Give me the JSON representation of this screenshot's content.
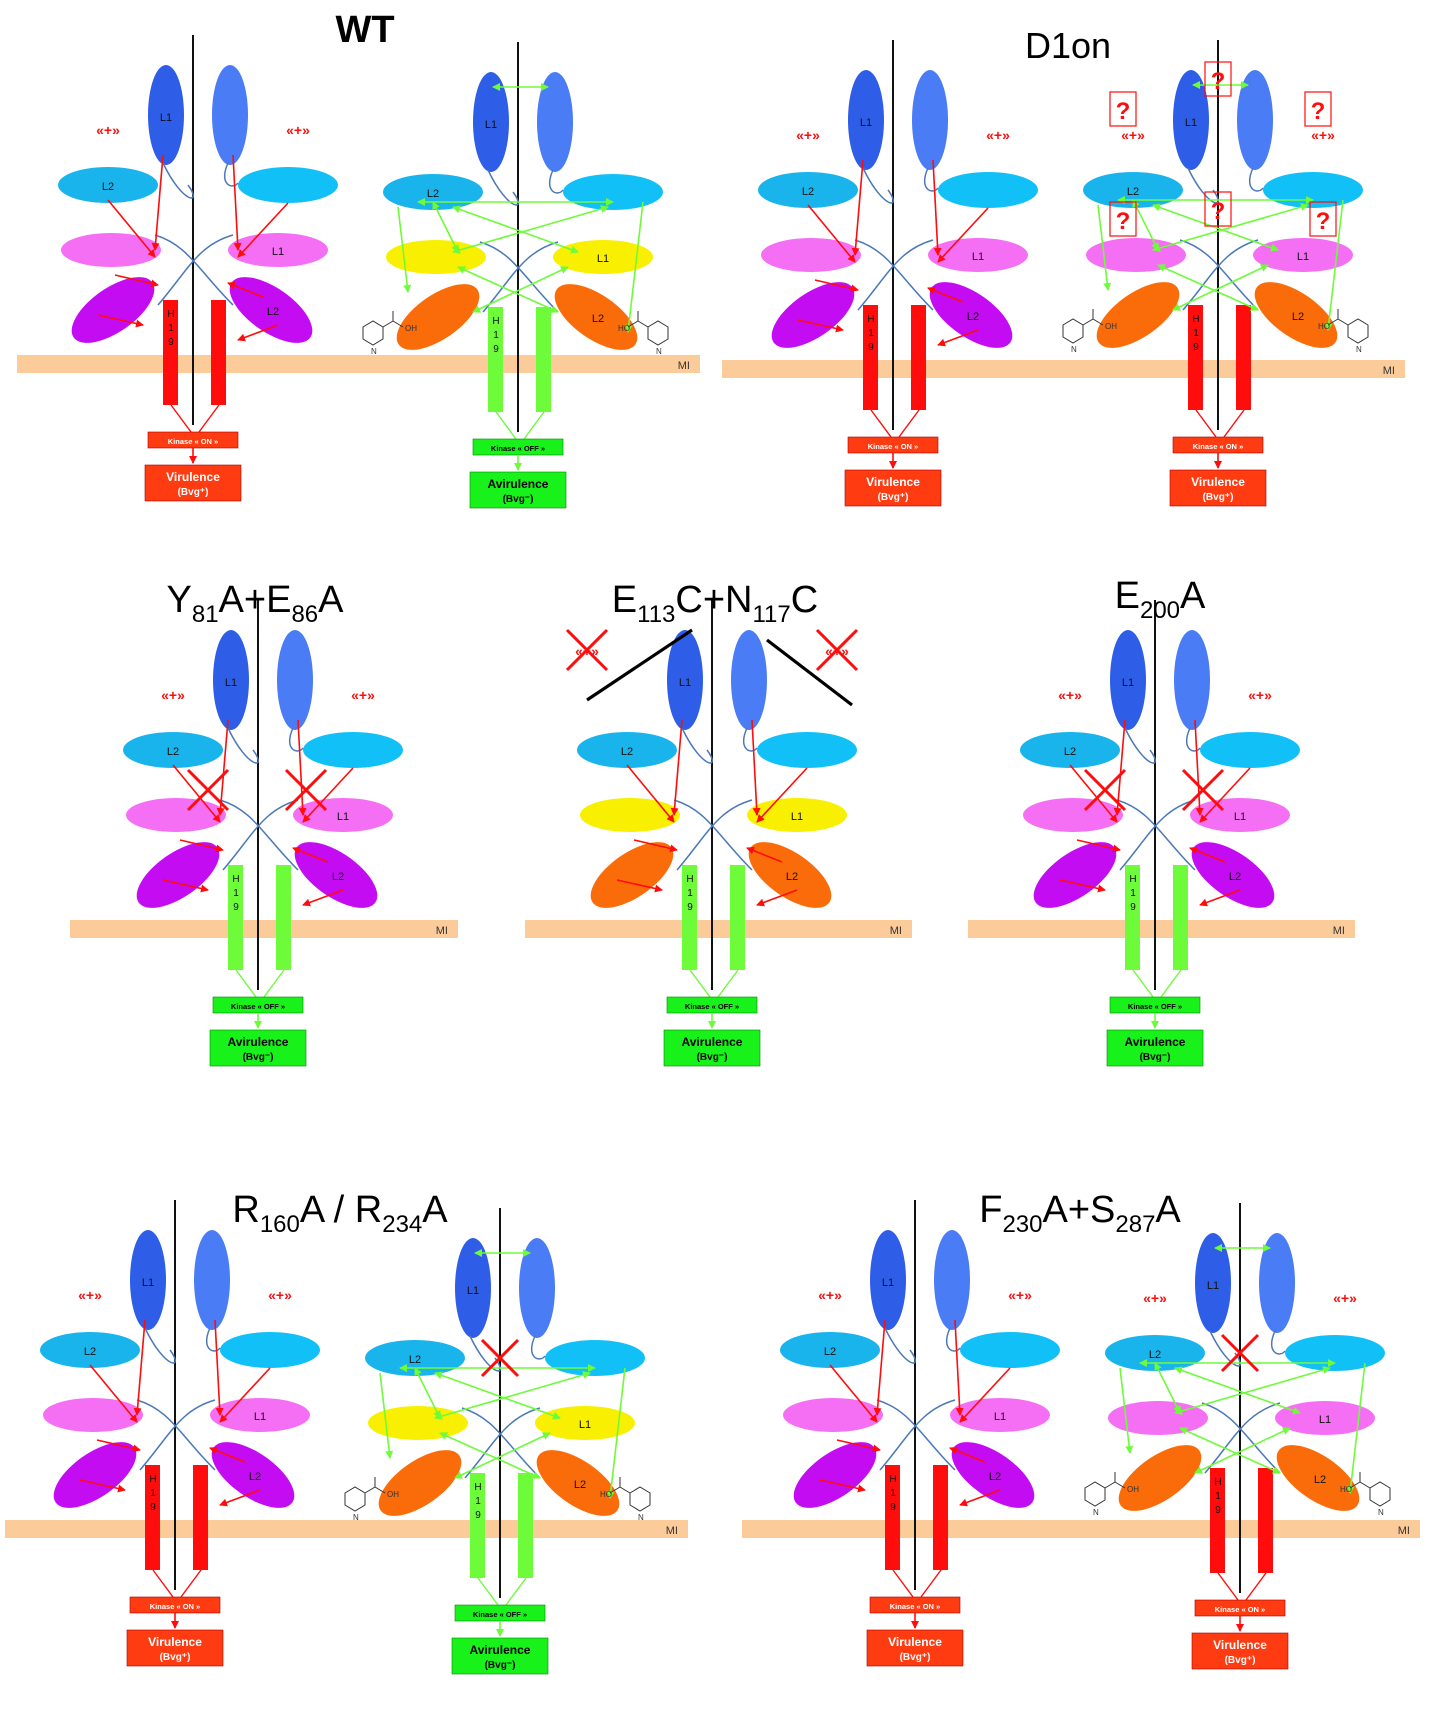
{
  "titles": {
    "wt": "WT",
    "d1on": "D1on",
    "y81": {
      "p1": "Y",
      "s1": "81",
      "p2": "A+E",
      "s2": "86",
      "p3": "A"
    },
    "e113": {
      "p1": "E",
      "s1": "113",
      "p2": "C+N",
      "s2": "117",
      "p3": "C"
    },
    "e200": {
      "p1": "E",
      "s1": "200",
      "p2": "A"
    },
    "r160": {
      "p1": "R",
      "s1": "160",
      "p2": "A / R",
      "s2": "234",
      "p3": "A"
    },
    "f230": {
      "p1": "F",
      "s1": "230",
      "p2": "A+S",
      "s2": "287",
      "p3": "A"
    }
  },
  "labels": {
    "L1": "L1",
    "L2": "L2",
    "helix": [
      "H",
      "1",
      "9"
    ],
    "membrane": "MI",
    "plus": "«+»",
    "question": "?"
  },
  "states": {
    "on": {
      "kinase": "Kinase « ON »",
      "phenotype": "Virulence",
      "bvg": "(Bvg⁺)"
    },
    "off": {
      "kinase": "Kinase « OFF »",
      "phenotype": "Avirulence",
      "bvg": "(Bvg⁻)"
    }
  },
  "ligand": {
    "acid": "OH",
    "hydroxyl": "HO",
    "nitrogen": "N"
  },
  "colors": {
    "l1_dark": "#2e5ee8",
    "l1_light": "#4a7cf5",
    "l2_cyan": "#1ab4ec",
    "l2_cyan_light": "#12c0f8",
    "magenta_light": "#f56ff5",
    "purple": "#c40cf2",
    "yellow": "#f8f000",
    "orange": "#fa6c0a",
    "red": "#ff0c0c",
    "green": "#6efb3a",
    "membrane": "#fccb9a",
    "on_bg": "#ff3b12",
    "off_bg": "#18f21a"
  }
}
